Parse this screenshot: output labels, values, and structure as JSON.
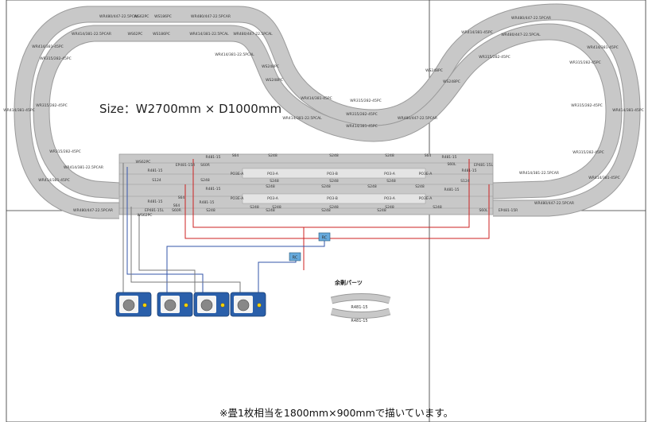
{
  "size_label": "Size：W2700mm × D1000mm",
  "footer_note": "※畳1枚相当を1800mm×900mmで描いています。",
  "parts_title": "余剰パーツ",
  "parts": [
    "R481-15",
    "R481-15"
  ],
  "colors": {
    "track": "#c8c8c8",
    "track_edge": "#9a9a9a",
    "grid": "#333333",
    "wire_red": "#cc2222",
    "wire_blue": "#3355aa",
    "wire_gray": "#777777",
    "controller_blue": "#2a5faa",
    "connector": "#66aadd"
  },
  "connectors": [
    "RC",
    "RC"
  ],
  "outer_labels": [
    "WR480/447-22.5PCAL",
    "WS62PC",
    "WS186PC",
    "WR480/447-22.5PCAR",
    "WR414/381-22.5PCAR",
    "WS62PC",
    "WS186PC",
    "WR414/381-22.5PCAL",
    "WR480/447-22.5PCAL",
    "WR414/381-45PC",
    "WR414/381-22.5PCAL",
    "WR315/282-45PC",
    "WS248PC",
    "WS248PC",
    "WR414/381-45PC",
    "WR315/282-45PC",
    "WR414/381-22.5PCAL",
    "WR480/447-22.5PCAR",
    "WR315/282-45PC",
    "WR414/381-45PC",
    "WR480/447-22.5PCAR",
    "WR414/381-45PC",
    "WR480/447-22.5PCAL",
    "WR315/282-45PC",
    "WR414/381-45PC",
    "WR315/282-45PC",
    "WS248PC",
    "WS248PC",
    "WR414/381-45PC",
    "WR315/282-45PC",
    "WR414/381-45PC",
    "WR315/282-45PC",
    "WR315/282-45PC",
    "WR414/381-22.5PCAR",
    "WR414/381-45PC",
    "WR480/447-22.5PCAR",
    "WR414/381-45PC",
    "WR315/282-45PC",
    "WR414/381-22.5PCAR",
    "WR480/447-22.5PCAR",
    "WS62PC",
    "WS62PC"
  ],
  "station_labels": [
    "R481-15",
    "S64",
    "S248",
    "S248",
    "S248",
    "S64",
    "R481-15",
    "EP481-15R",
    "S60R",
    "PO3E-A",
    "PO3-A",
    "PO3-B",
    "PO3-A",
    "PO3E-A",
    "S60L",
    "EP481-15L",
    "R481-15",
    "R481-15",
    "S124",
    "S248",
    "S248",
    "S248",
    "S248",
    "S124",
    "R481-15",
    "S248",
    "S248",
    "S248",
    "S248",
    "PO3E-A",
    "PO3-A",
    "PO3-B",
    "PO3-A",
    "PO3E-A",
    "S64",
    "R481-15",
    "R481-15",
    "S248",
    "S248",
    "S248",
    "S248",
    "S248",
    "S64",
    "R481-15",
    "EP481-15L",
    "S60R",
    "S248",
    "S248",
    "S248",
    "S248",
    "S60L",
    "EP481-15R"
  ]
}
